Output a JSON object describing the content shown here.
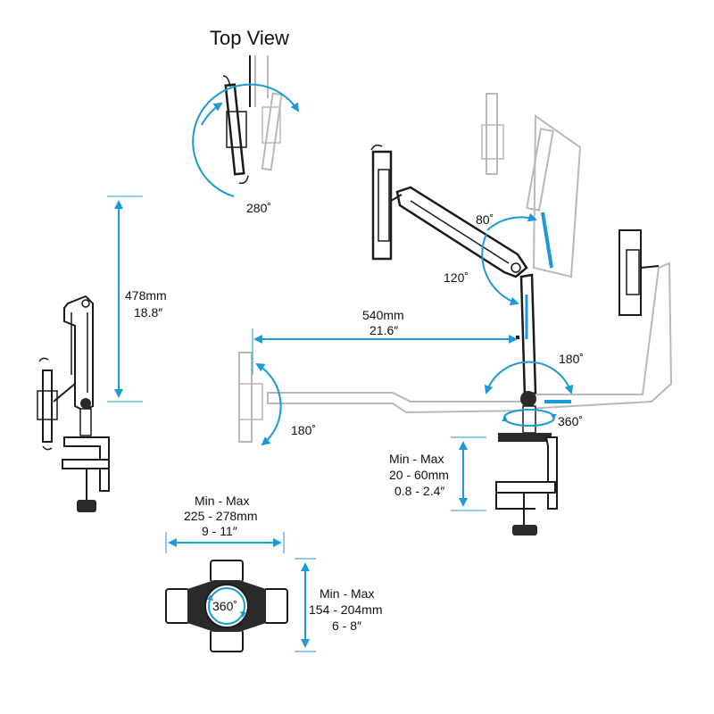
{
  "colors": {
    "accent": "#1a9ad6",
    "ink": "#1b1b1b",
    "ghost": "#b9b9b9"
  },
  "top_view": {
    "title": "Top View",
    "rotation": "280˚"
  },
  "height": {
    "mm": "478mm",
    "inch": "18.8″"
  },
  "reach": {
    "mm": "540mm",
    "inch": "21.6″"
  },
  "angles": {
    "tilt_up": "80˚",
    "tilt_down": "120˚",
    "elbow_swivel": "180˚",
    "head_swivel": "180˚",
    "base_rotation": "360˚"
  },
  "clamp": {
    "title": "Min - Max",
    "mm": "20 - 60mm",
    "inch": "0.8 - 2.4″"
  },
  "holder_width": {
    "title": "Min - Max",
    "mm": "225 - 278mm",
    "inch": "9 - 11″"
  },
  "holder_height": {
    "title": "Min - Max",
    "mm": "154 - 204mm",
    "inch": "6 - 8″"
  },
  "holder_rotation": "360˚"
}
